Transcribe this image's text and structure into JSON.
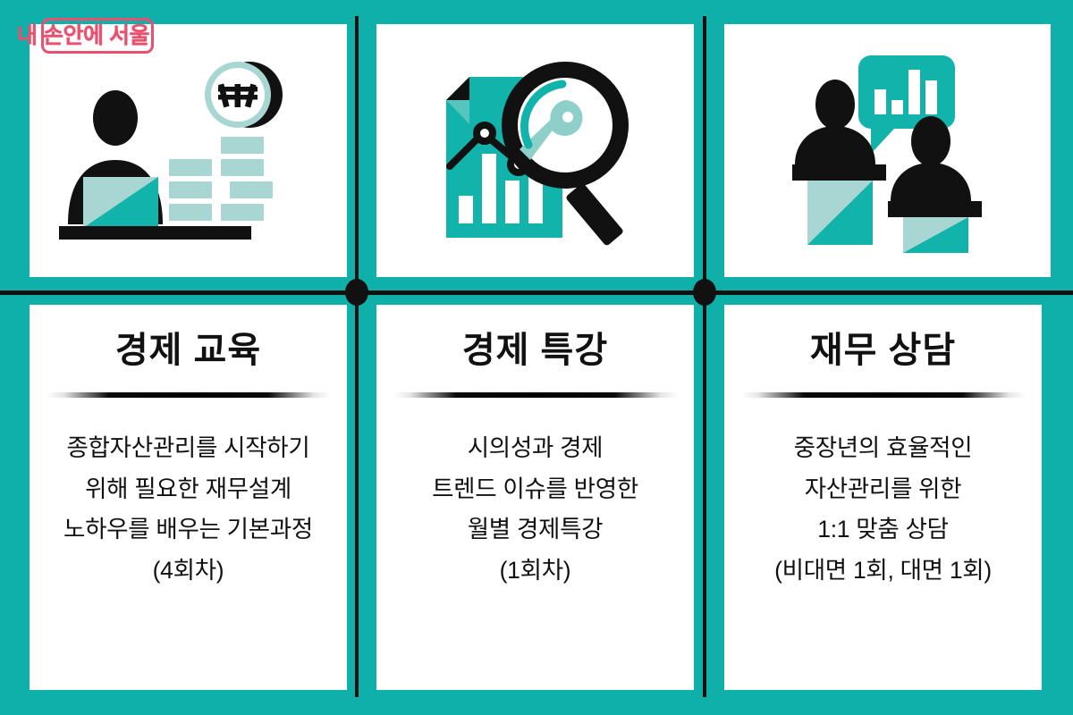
{
  "brand": {
    "logo_text": "내 손안에 서울",
    "logo_color": "#E8506E"
  },
  "theme": {
    "background": "#0FB0A9",
    "card_background": "#FFFFFF",
    "teal": "#12B3AB",
    "teal_light": "#A8D6D2",
    "ink": "#111111",
    "divider": "#000000"
  },
  "cards": [
    {
      "title": "경제 교육",
      "icon_name": "person-laptop-won-chart-icon",
      "description_lines": [
        "종합자산관리를  시작하기",
        "위해 필요한 재무설계",
        "노하우를 배우는 기본과정",
        "(4회차)"
      ]
    },
    {
      "title": "경제 특강",
      "icon_name": "document-chart-magnifier-icon",
      "description_lines": [
        "시의성과 경제",
        "트렌드 이슈를 반영한",
        "월별 경제특강",
        "(1회차)"
      ]
    },
    {
      "title": "재무 상담",
      "icon_name": "two-people-desk-speech-bubble-icon",
      "description_lines": [
        "중장년의 효율적인",
        "자산관리를 위한",
        "1:1 맞춤 상담",
        "(비대면 1회, 대면 1회)"
      ]
    }
  ],
  "icons": {
    "won_symbol": "₩",
    "icon1_parts": [
      "person-silhouette",
      "laptop",
      "desk-bar",
      "won-coin",
      "teal-blocks"
    ],
    "icon2_parts": [
      "document-page",
      "bar-chart",
      "line-chart",
      "magnifying-glass"
    ],
    "icon3_parts": [
      "person-left",
      "person-right",
      "podium-left",
      "podium-right",
      "speech-bubble-bar-chart"
    ]
  }
}
